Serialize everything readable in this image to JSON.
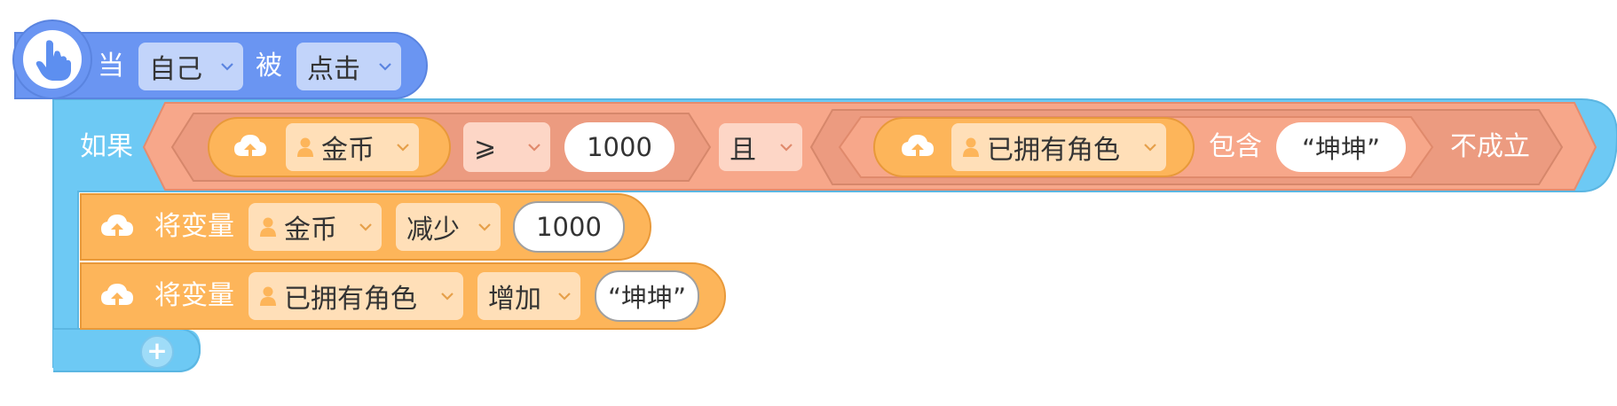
{
  "event_block": {
    "when_label": "当",
    "target_dropdown": "自己",
    "by_label": "被",
    "action_dropdown": "点击"
  },
  "if_block": {
    "if_label": "如果",
    "cond_left": {
      "variable": "金币",
      "operator": "⩾",
      "value": "1000"
    },
    "and_label": "且",
    "cond_right": {
      "variable": "已拥有角色",
      "contains_label": "包含",
      "value": "“坤坤”",
      "not_label": "不成立"
    }
  },
  "stmt1": {
    "label": "将变量",
    "variable": "金币",
    "op": "减少",
    "value": "1000"
  },
  "stmt2": {
    "label": "将变量",
    "variable": "已拥有角色",
    "op": "增加",
    "value": "“坤坤”"
  },
  "add_button": "+",
  "colors": {
    "event": "#6a95f2",
    "if": "#6dc9f4",
    "compare": "#f7a78a",
    "variable": "#fdb55a",
    "dropdown_event": "#c2d4fa",
    "dropdown_var": "#ffdfb8",
    "dropdown_compare": "#fdd6c6"
  }
}
